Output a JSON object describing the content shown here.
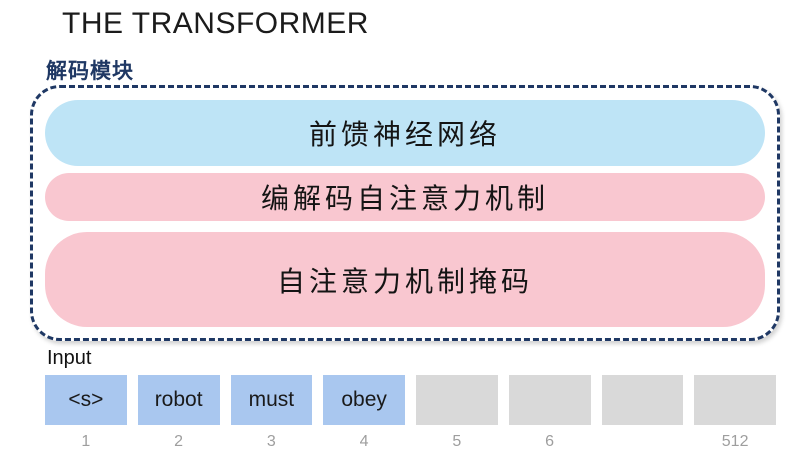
{
  "title": "THE TRANSFORMER",
  "decoder": {
    "label": "解码模块",
    "blocks": [
      {
        "id": "feed-forward",
        "text": "前馈神经网络",
        "color": "#bee4f6"
      },
      {
        "id": "encoder-decoder-attention",
        "text": "编解码自注意力机制",
        "color": "#f9c7d0"
      },
      {
        "id": "masked-self-attention",
        "text": "自注意力机制掩码",
        "color": "#f9c7d0"
      }
    ]
  },
  "input": {
    "label": "Input",
    "tokens": [
      {
        "text": "<s>",
        "filled": true,
        "index": "1"
      },
      {
        "text": "robot",
        "filled": true,
        "index": "2"
      },
      {
        "text": "must",
        "filled": true,
        "index": "3"
      },
      {
        "text": "obey",
        "filled": true,
        "index": "4"
      },
      {
        "text": "",
        "filled": false,
        "index": "5"
      },
      {
        "text": "",
        "filled": false,
        "index": "6"
      },
      {
        "text": "",
        "filled": false,
        "index": ""
      },
      {
        "text": "",
        "filled": false,
        "index": "512"
      }
    ]
  },
  "colors": {
    "dashed_border": "#1f3864",
    "decoder_label_text": "#1f3864",
    "feed_forward_fill": "#bee4f6",
    "attention_fill": "#f9c7d0",
    "token_filled_fill": "#a9c7ef",
    "token_empty_fill": "#d9d9d9",
    "index_text": "#9e9e9e"
  }
}
